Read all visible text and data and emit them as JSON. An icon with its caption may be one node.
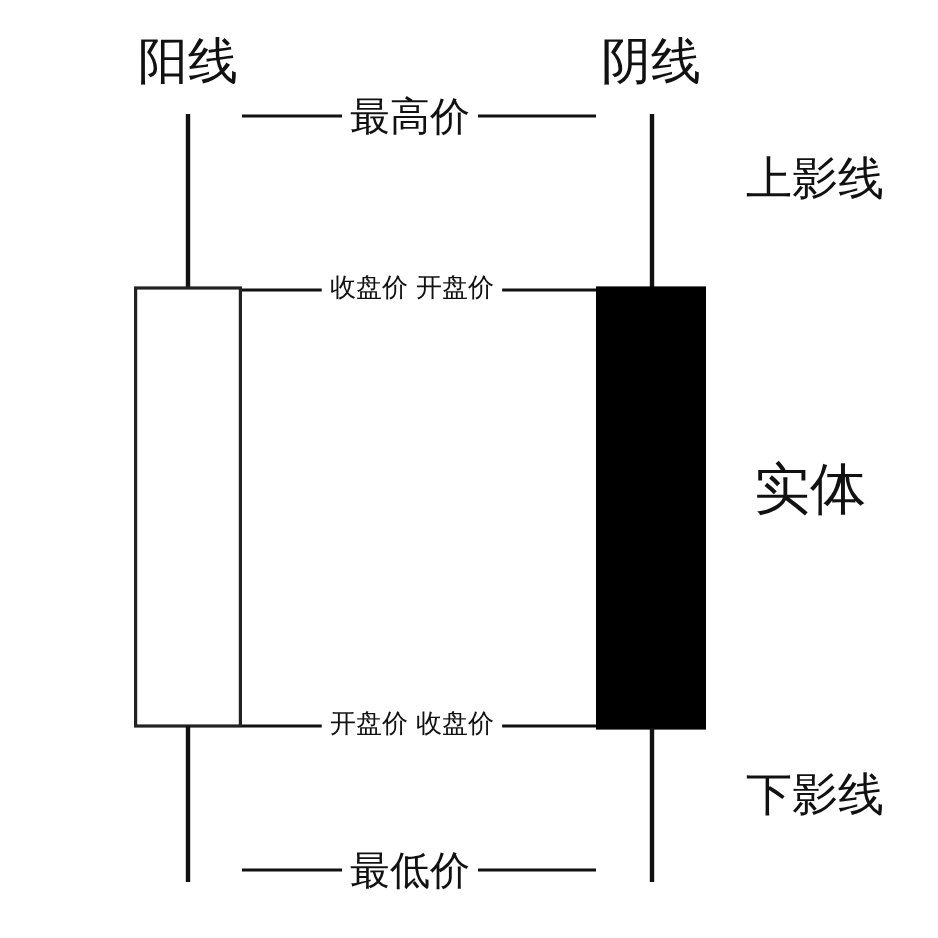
{
  "diagram": {
    "nodes": [
      {
        "text": [
          "阳线"
        ]
      },
      {
        "text": [
          "阴线"
        ]
      },
      {
        "text": [
          "最高价"
        ]
      },
      {
        "text": [
          "收盘价 开盘价"
        ]
      },
      {
        "text": [
          "开盘价 收盘价"
        ]
      },
      {
        "text": [
          "最低价"
        ]
      }
    ],
    "edges": [
      {
        "from": 2,
        "to": 0,
        "arrow": "none"
      },
      {
        "from": 2,
        "to": 1,
        "arrow": "none"
      },
      {
        "from": 3,
        "to": 0,
        "arrow": "none"
      },
      {
        "from": 3,
        "to": 1,
        "arrow": "none"
      },
      {
        "from": 4,
        "to": 0,
        "arrow": "none"
      },
      {
        "from": 4,
        "to": 1,
        "arrow": "none"
      },
      {
        "from": 5,
        "to": 0,
        "arrow": "none"
      },
      {
        "from": 5,
        "to": 1,
        "arrow": "none"
      }
    ],
    "labels": [
      "上影线",
      "实体",
      "下影线"
    ]
  }
}
